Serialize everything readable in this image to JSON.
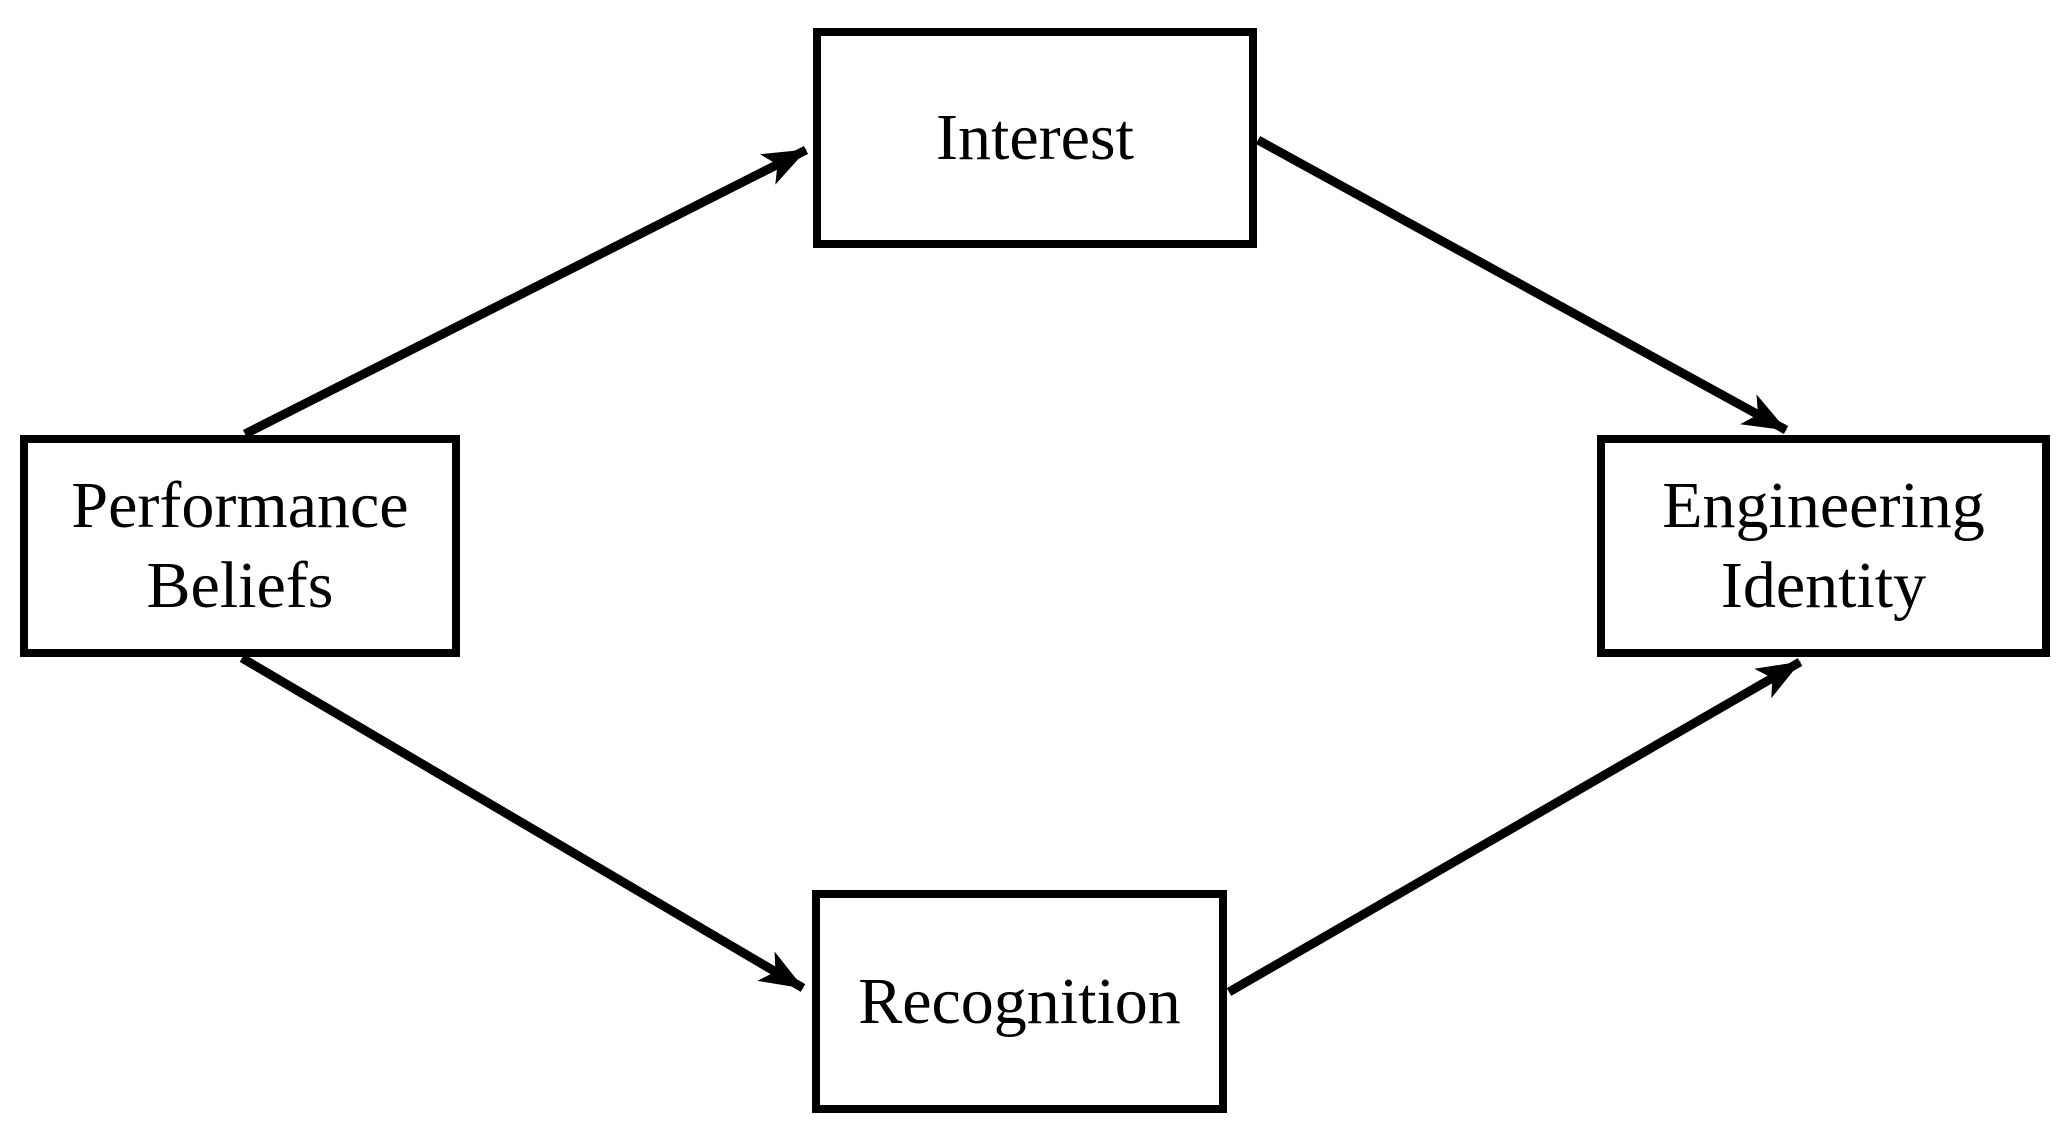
{
  "diagram": {
    "description": "Path model diagram of engineering identity constructs",
    "background_color": "#ffffff",
    "line_color": "#000000",
    "nodes": [
      {
        "id": "interest",
        "label": "Interest"
      },
      {
        "id": "performance-beliefs",
        "label": "Performance Beliefs"
      },
      {
        "id": "engineering-identity",
        "label": "Engineering Identity"
      },
      {
        "id": "recognition",
        "label": "Recognition"
      }
    ],
    "edges": [
      {
        "from": "performance-beliefs",
        "to": "interest",
        "style": "solid-arrow"
      },
      {
        "from": "interest",
        "to": "engineering-identity",
        "style": "solid-arrow"
      },
      {
        "from": "performance-beliefs",
        "to": "recognition",
        "style": "solid-arrow"
      },
      {
        "from": "recognition",
        "to": "engineering-identity",
        "style": "solid-arrow"
      }
    ]
  }
}
